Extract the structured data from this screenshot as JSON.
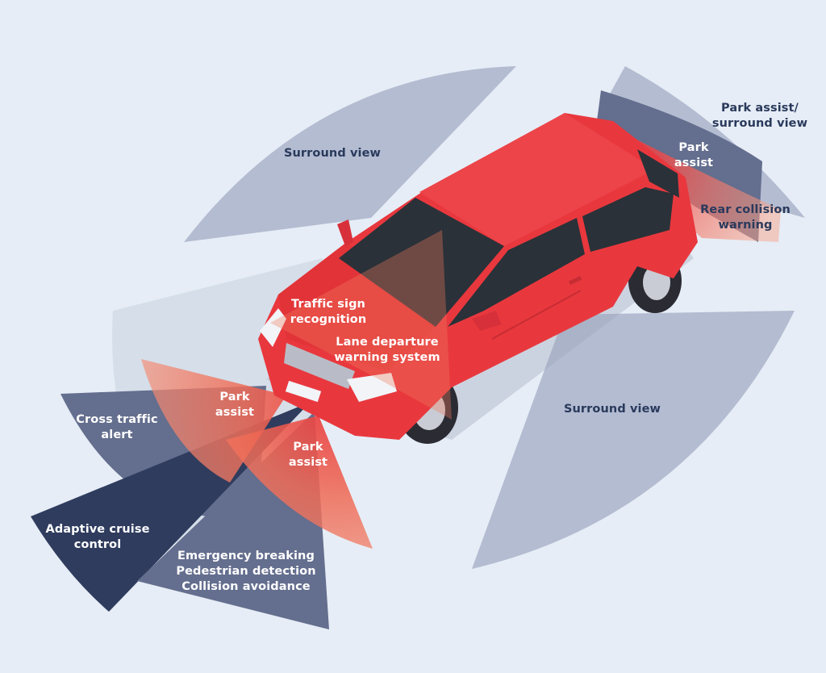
{
  "colors": {
    "background": "#e6edf6",
    "zone_gray": "#b3bcd1",
    "zone_navy": "#2f3c5e",
    "zone_slate": "#646e8e",
    "zone_orange": "#f0785a",
    "car_red": "#e8383e",
    "label_dark": "#2a3a5c",
    "label_light": "#ffffff"
  },
  "labels": {
    "surround_view_left": "Surround view",
    "surround_view_right": "Surround view",
    "park_assist_surround": [
      "Park assist/",
      "surround view"
    ],
    "park_assist_rear": [
      "Park",
      "assist"
    ],
    "rear_collision": [
      "Rear collision",
      "warning"
    ],
    "traffic_sign": [
      "Traffic sign",
      "recognition"
    ],
    "lane_departure": [
      "Lane departure",
      "warning system"
    ],
    "park_assist_front_left": [
      "Park",
      "assist"
    ],
    "park_assist_front_right": [
      "Park",
      "assist"
    ],
    "cross_traffic": [
      "Cross traffic",
      "alert"
    ],
    "adaptive_cruise": [
      "Adaptive cruise",
      "control"
    ],
    "emergency": [
      "Emergency breaking",
      "Pedestrian detection",
      "Collision avoidance"
    ]
  }
}
